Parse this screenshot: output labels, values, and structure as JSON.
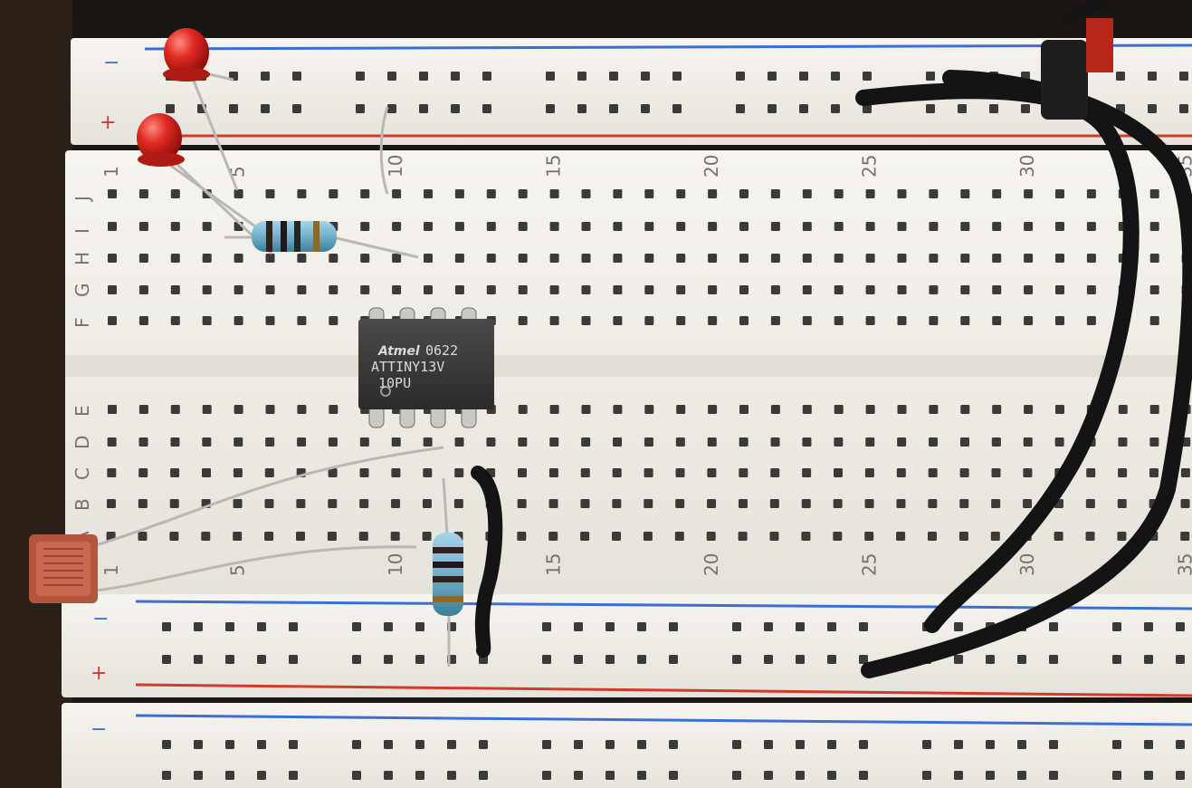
{
  "breadboard": {
    "columns_per_half": 35,
    "top_number_labels": [
      "1",
      "5",
      "10",
      "15",
      "20",
      "25",
      "30",
      "35"
    ],
    "bottom_number_labels": [
      "1",
      "5",
      "10",
      "15",
      "20",
      "25",
      "30",
      "35"
    ],
    "upper_row_labels": [
      "J",
      "I",
      "H",
      "G",
      "F"
    ],
    "lower_row_labels": [
      "E",
      "D",
      "C",
      "B",
      "A"
    ],
    "rail_minus_symbol": "−",
    "rail_plus_symbol": "+",
    "colors": {
      "board": "#f1efe9",
      "rail_blue": "#3a6fd6",
      "rail_red": "#d33a2c",
      "hole": "#3a3a38",
      "label": "#77736c"
    }
  },
  "chip": {
    "logo": "Atmel",
    "date_code": "0622",
    "part_number": "ATTINY13V",
    "suffix": "10PU",
    "pins_per_side": 4
  },
  "components": {
    "led_count": 2,
    "led_color": "#d8231f",
    "resistor_count": 2,
    "resistor_body_color": "#6fb0cc",
    "photoresistor_color": "#b4563d",
    "jumper_color": "#141414"
  }
}
